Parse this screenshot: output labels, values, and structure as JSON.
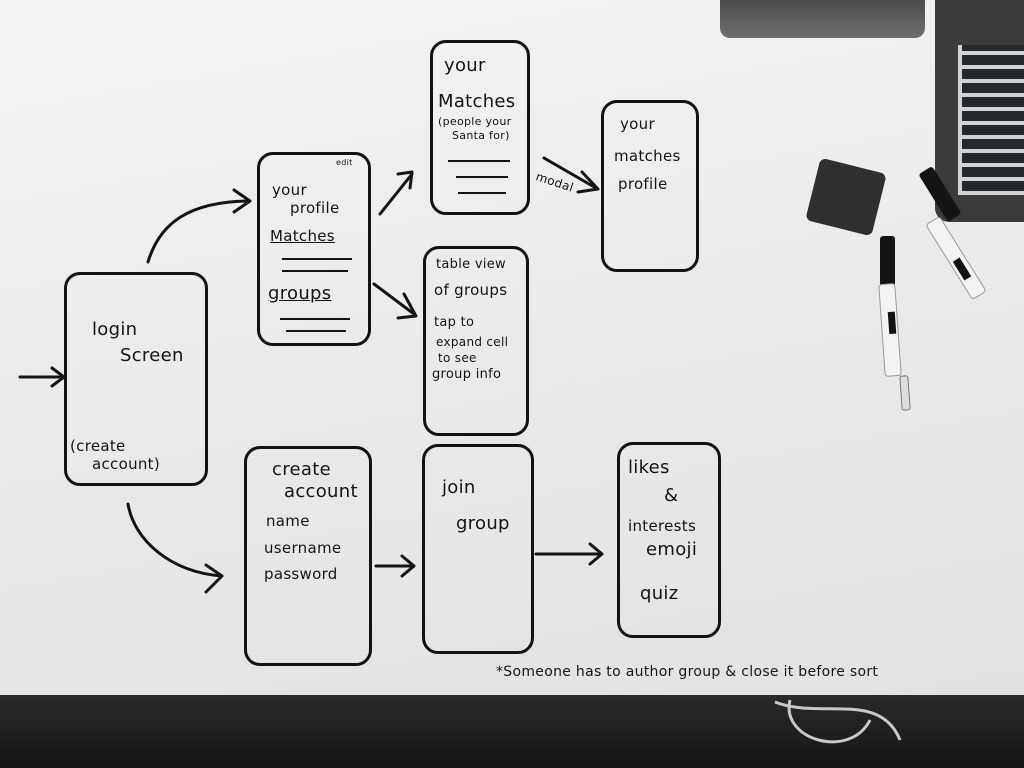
{
  "screens": {
    "login": {
      "line1": "login",
      "line2": "Screen",
      "footer1": "(create",
      "footer2": "account)"
    },
    "profile": {
      "edit": "edit",
      "title1": "your",
      "title2": "profile",
      "matches": "Matches",
      "groups": "groups"
    },
    "matches": {
      "title1": "your",
      "title2": "Matches",
      "note1": "(people your",
      "note2": "Santa for)"
    },
    "matches_profile": {
      "line1": "your",
      "line2": "matches",
      "line3": "profile"
    },
    "groups_table": {
      "line1": "table view",
      "line2": "of groups",
      "line3": "tap to",
      "line4": "expand cell",
      "line5": "to see",
      "line6": "group info"
    },
    "create_account": {
      "title1": "create",
      "title2": "account",
      "f1": "name",
      "f2": "username",
      "f3": "password"
    },
    "join_group": {
      "line1": "join",
      "line2": "group"
    },
    "likes": {
      "line1": "likes",
      "line2": "&",
      "line3": "interests",
      "line4": "emoji",
      "line5": "quiz"
    }
  },
  "arrow_labels": {
    "modal": "modal"
  },
  "footnote": "*Someone has to author group & close it before sort",
  "props": {
    "eraser": "eraser",
    "markers": [
      "marker",
      "marker"
    ]
  },
  "colors": {
    "board": "#eeeeec",
    "ink": "#141414"
  }
}
